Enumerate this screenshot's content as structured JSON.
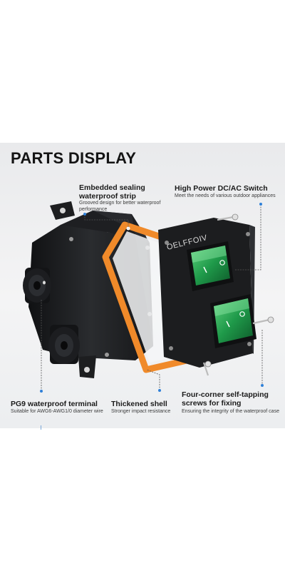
{
  "heading": "PARTS DISPLAY",
  "callouts": {
    "sealing_strip": {
      "title_line1": "Embedded sealing",
      "title_line2": "waterproof strip",
      "desc_line1": "Grooved design for better waterproof",
      "desc_line2": "performance"
    },
    "switch": {
      "title": "High Power DC/AC Switch",
      "desc": "Meet the needs of various outdoor appliances"
    },
    "terminal": {
      "title": "PG9 waterproof terminal",
      "desc": "Suitable for AWG6-AWG1/0 diameter wire"
    },
    "shell": {
      "title": "Thickened shell",
      "desc": "Stronger impact resistance"
    },
    "screws": {
      "title_line1": "Four-corner self-tapping",
      "title_line2": "screws for fixing",
      "desc": "Ensuring the integrity of the waterproof case"
    }
  },
  "brand_logo": "OELFFOIV",
  "colors": {
    "accent_dot": "#2f80d8",
    "gasket": "#f08a2a",
    "switch_green": "#1f9a4a",
    "housing": "#1c1d1f"
  }
}
